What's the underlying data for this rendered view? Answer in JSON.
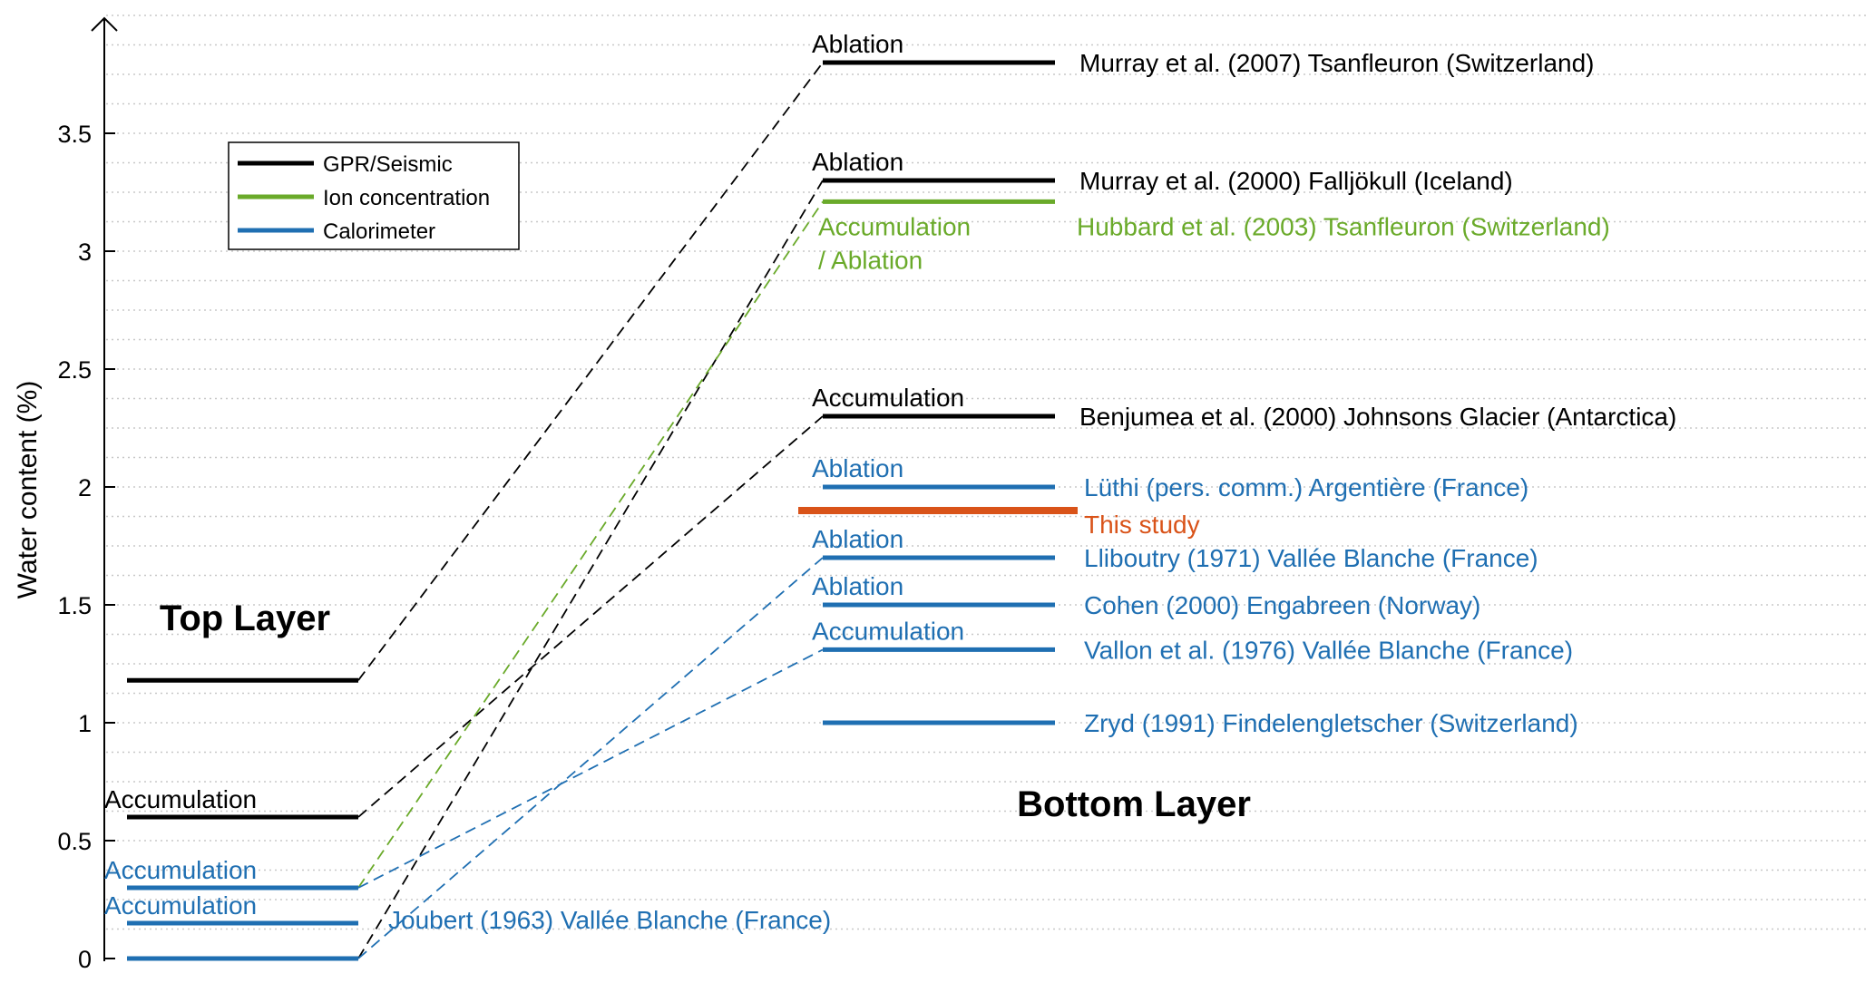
{
  "chart_data": {
    "type": "line",
    "title": "",
    "ylabel": "Water content (%)",
    "ylim": [
      0,
      4
    ],
    "yticks": [
      "0",
      "0.5",
      "1",
      "1.5",
      "2",
      "2.5",
      "3",
      "3.5"
    ],
    "ytick_values": [
      0,
      0.5,
      1,
      1.5,
      2,
      2.5,
      3,
      3.5
    ],
    "grid": "horizontal dotted",
    "legend_position": "upper-left",
    "colors": {
      "gpr": "#000000",
      "ion": "#6aaa2a",
      "cal": "#1f6fb2",
      "this_study": "#d95319"
    },
    "legend": [
      {
        "label": "GPR/Seismic",
        "method": "gpr"
      },
      {
        "label": "Ion concentration",
        "method": "ion"
      },
      {
        "label": "Calorimeter",
        "method": "cal"
      }
    ],
    "section_labels": {
      "top": "Top Layer",
      "bottom": "Bottom Layer"
    },
    "top_layer": [
      {
        "value": 1.18,
        "method": "gpr",
        "label": ""
      },
      {
        "value": 0.6,
        "method": "gpr",
        "label": "Accumulation"
      },
      {
        "value": 0.3,
        "method": "cal",
        "label": "Accumulation"
      },
      {
        "value": 0.15,
        "method": "cal",
        "label": "Accumulation"
      },
      {
        "value": 0.0,
        "method": "cal",
        "label": ""
      }
    ],
    "bottom_layer": [
      {
        "value": 3.8,
        "method": "gpr",
        "zone": "Ablation",
        "source": "Murray et al. (2007) Tsanfleuron (Switzerland)"
      },
      {
        "value": 3.3,
        "method": "gpr",
        "zone": "Ablation",
        "source": "Murray et al. (2000) Falljökull (Iceland)"
      },
      {
        "value": 3.21,
        "method": "ion",
        "zone": "Accumulation\n/ Ablation",
        "source": "Hubbard et al. (2003) Tsanfleuron (Switzerland)"
      },
      {
        "value": 2.3,
        "method": "gpr",
        "zone": "Accumulation",
        "source": "Benjumea et al. (2000) Johnsons Glacier (Antarctica)"
      },
      {
        "value": 2.0,
        "method": "cal",
        "zone": "Ablation",
        "source": "Lüthi (pers. comm.) Argentière (France)"
      },
      {
        "value": 1.9,
        "method": "this_study",
        "zone": "",
        "source": "This study"
      },
      {
        "value": 1.7,
        "method": "cal",
        "zone": "Ablation",
        "source": "Lliboutry (1971) Vallée Blanche (France)"
      },
      {
        "value": 1.5,
        "method": "cal",
        "zone": "Ablation",
        "source": "Cohen (2000) Engabreen (Norway)"
      },
      {
        "value": 1.31,
        "method": "cal",
        "zone": "Accumulation",
        "source": "Vallon et al. (1976) Vallée Blanche (France)"
      },
      {
        "value": 1.0,
        "method": "cal",
        "zone": "",
        "source": "Zryd (1991) Findelengletscher (Switzerland)"
      }
    ],
    "other_labels": {
      "joubert": "Joubert (1963) Vallée Blanche (France)"
    },
    "connections": [
      {
        "from": 1.18,
        "to": 3.8,
        "method": "gpr"
      },
      {
        "from": 0.6,
        "to": 2.3,
        "method": "gpr"
      },
      {
        "from": 0.0,
        "to": 3.3,
        "method": "gpr"
      },
      {
        "from": 0.3,
        "to": 3.21,
        "method": "ion"
      },
      {
        "from": 0.3,
        "to": 1.31,
        "method": "cal"
      },
      {
        "from": 0.0,
        "to": 1.7,
        "method": "cal"
      }
    ]
  }
}
